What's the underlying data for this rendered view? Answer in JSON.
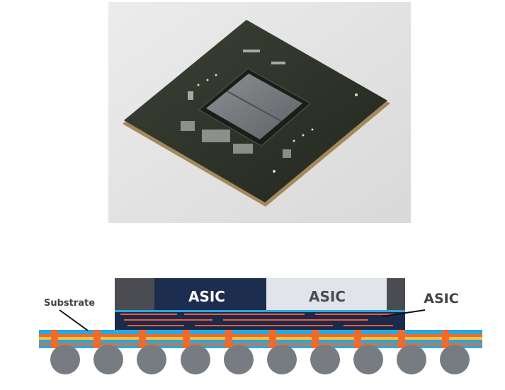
{
  "photo": {
    "subject": "chip-package-photo"
  },
  "diagram": {
    "labels": {
      "substrate": "Substrate",
      "asic_dark": "ASIC",
      "asic_light": "ASIC",
      "asic_right": "ASIC"
    },
    "colors": {
      "asic_dark": "#1c2d4f",
      "asic_light": "#e1e4ea",
      "spacer": "#4a4c51",
      "substrate_blue": "#29a8e0",
      "substrate_orange": "#f06a2c",
      "substrate_yellow": "#f5c33b",
      "interposer": "#1b2a4a",
      "bump": "#777c82"
    }
  }
}
